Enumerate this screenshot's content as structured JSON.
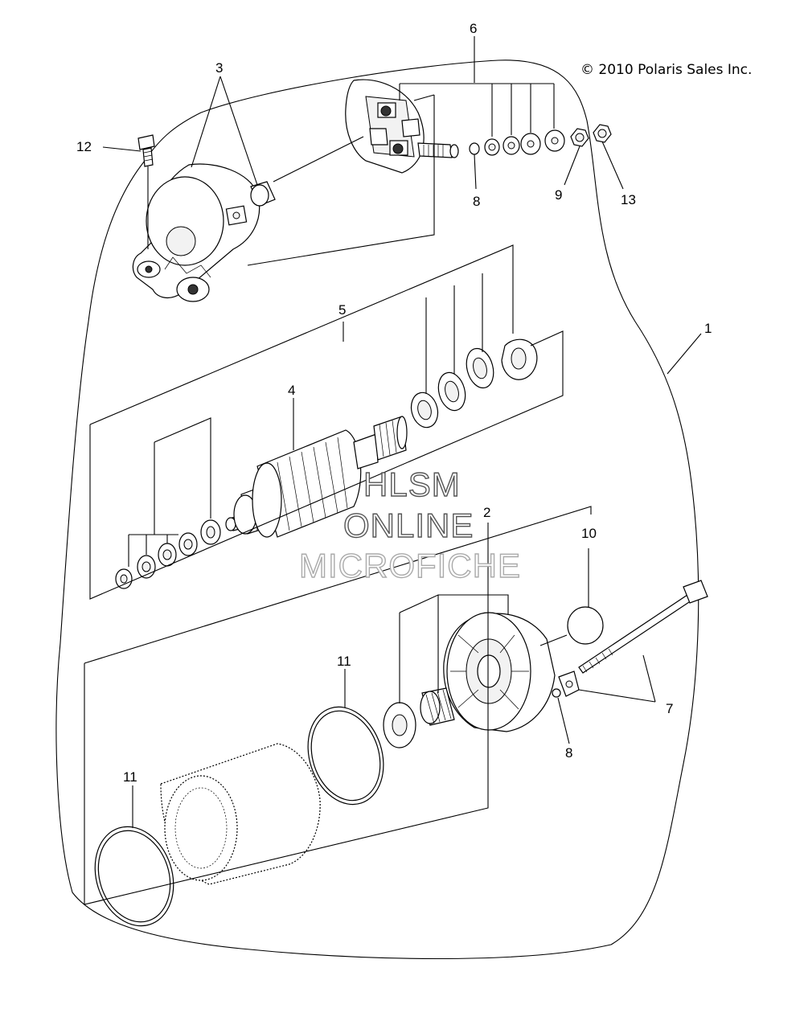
{
  "copyright": "© 2010 Polaris Sales Inc.",
  "watermark": {
    "line1": "HLSM",
    "line2": "ONLINE",
    "line3": "MICROFICHE"
  },
  "callouts": [
    {
      "id": "callout-1",
      "text": "1"
    },
    {
      "id": "callout-2",
      "text": "2"
    },
    {
      "id": "callout-3",
      "text": "3"
    },
    {
      "id": "callout-4",
      "text": "4"
    },
    {
      "id": "callout-5",
      "text": "5"
    },
    {
      "id": "callout-6",
      "text": "6"
    },
    {
      "id": "callout-7",
      "text": "7"
    },
    {
      "id": "callout-8a",
      "text": "8"
    },
    {
      "id": "callout-8b",
      "text": "8"
    },
    {
      "id": "callout-9",
      "text": "9"
    },
    {
      "id": "callout-10",
      "text": "10"
    },
    {
      "id": "callout-11a",
      "text": "11"
    },
    {
      "id": "callout-11b",
      "text": "11"
    },
    {
      "id": "callout-12",
      "text": "12"
    },
    {
      "id": "callout-13",
      "text": "13"
    }
  ]
}
